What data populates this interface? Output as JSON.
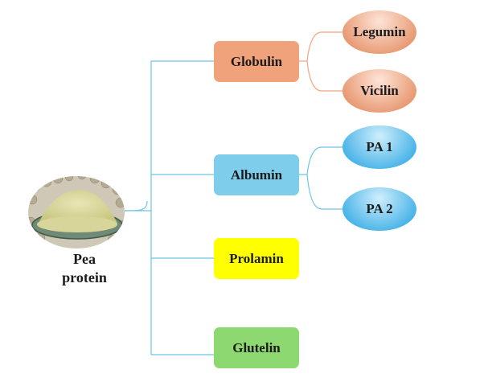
{
  "root": {
    "line1": "Pea",
    "line2": "protein",
    "image": "pea-protein-powder-in-glass-dish"
  },
  "categories": [
    {
      "key": "globulin",
      "label": "Globulin",
      "color": "#f0a27a"
    },
    {
      "key": "albumin",
      "label": "Albumin",
      "color": "#7ecdea"
    },
    {
      "key": "prolamin",
      "label": "Prolamin",
      "color": "#ffff00"
    },
    {
      "key": "glutelin",
      "label": "Glutelin",
      "color": "#8dd870"
    }
  ],
  "subunits": {
    "globulin": [
      {
        "label": "Legumin"
      },
      {
        "label": "Vicilin"
      }
    ],
    "albumin": [
      {
        "label": "PA 1"
      },
      {
        "label": "PA 2"
      }
    ]
  },
  "connector_colors": {
    "main": "#6cc4e6",
    "globulin": "#f3a57e",
    "albumin": "#6cc4e6"
  },
  "oval_gradients": {
    "globulin": [
      "#fde4d8",
      "#e89a73"
    ],
    "albumin": [
      "#cfeefb",
      "#49b4e8"
    ]
  }
}
